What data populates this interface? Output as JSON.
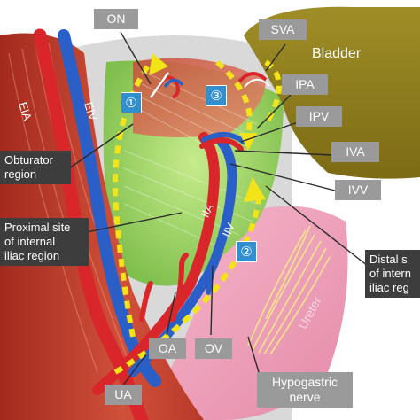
{
  "labels": {
    "on": "ON",
    "sva": "SVA",
    "bladder": "Bladder",
    "ipa": "IPA",
    "ipv": "IPV",
    "iva": "IVA",
    "ivv": "IVV",
    "obturator_region": "Obturator\nregion",
    "proximal_site": "Proximal site\nof internal\niliac region",
    "distal_site": "Distal s\nof intern\niliac reg",
    "ua": "UA",
    "oa": "OA",
    "ov": "OV",
    "hypogastric_nerve": "Hypogastric\nnerve",
    "eia": "EIA",
    "eiv": "EIV",
    "iia": "IIA",
    "iiv": "IIV",
    "ureter": "Ureter",
    "region_1": "①",
    "region_2": "②",
    "region_3": "③"
  },
  "colors": {
    "label_bg": "#9a9a9a",
    "dark_label_bg": "#3d3d3d",
    "artery": "#d9262b",
    "vein": "#2a5fc8",
    "muscle": "#c0392b",
    "bladder": "#8f7d1f",
    "dashed_arrow": "#f3e319",
    "region_badge": "#2f8fd0",
    "green_region": "#a8d86a",
    "ureter_pink": "#e89ab4"
  }
}
